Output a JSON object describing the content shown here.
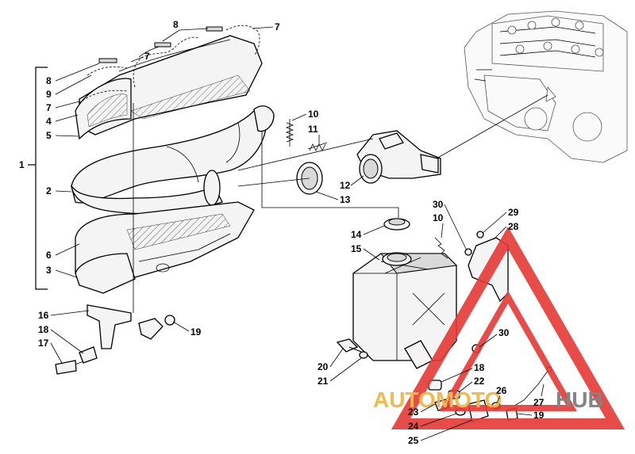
{
  "callouts": {
    "c1": "1",
    "c2": "2",
    "c3": "3",
    "c4": "4",
    "c5": "5",
    "c6": "6",
    "c7a": "7",
    "c7b": "7",
    "c7c": "7",
    "c8a": "8",
    "c8b": "8",
    "c9": "9",
    "c10a": "10",
    "c10b": "10",
    "c11": "11",
    "c12": "12",
    "c13": "13",
    "c14": "14",
    "c15": "15",
    "c16": "16",
    "c17": "17",
    "c18a": "18",
    "c18b": "18",
    "c19a": "19",
    "c19b": "19",
    "c20": "20",
    "c21": "21",
    "c22": "22",
    "c23": "23",
    "c24": "24",
    "c25": "25",
    "c26": "26",
    "c27": "27",
    "c28": "28",
    "c29": "29",
    "c30a": "30",
    "c30b": "30"
  },
  "watermark": {
    "part1": "AUTOMOTO",
    "part2": "HUB",
    "color_part1": "#f2b23a",
    "color_part2": "#777777",
    "triangle_color": "#e53935"
  }
}
